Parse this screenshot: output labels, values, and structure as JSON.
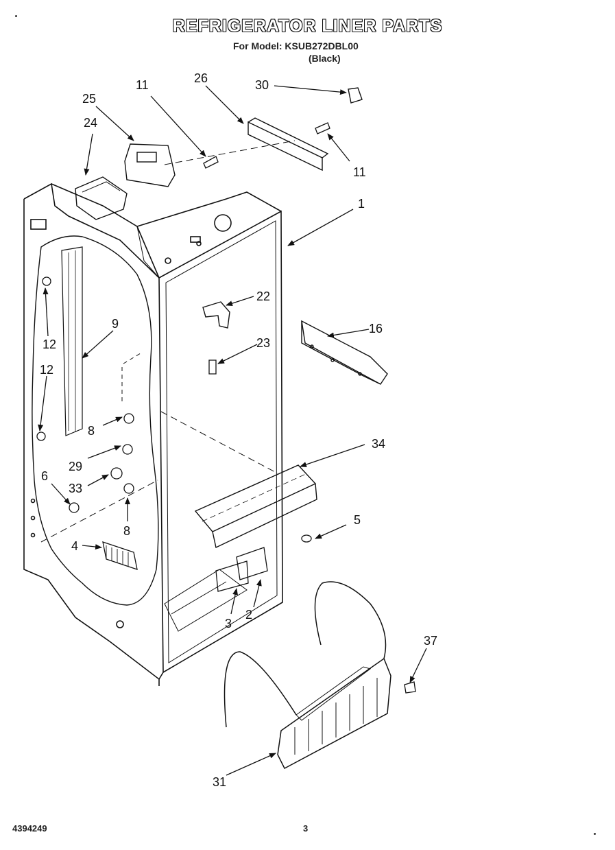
{
  "header": {
    "title": "REFRIGERATOR LINER PARTS",
    "model_line": "For Model: KSUB272DBL00",
    "color_note": "(Black)"
  },
  "footer": {
    "doc_number": "4394249",
    "page_number": "3"
  },
  "callouts": {
    "c1": "1",
    "c2": "2",
    "c3": "3",
    "c4": "4",
    "c5": "5",
    "c6": "6",
    "c8a": "8",
    "c8b": "8",
    "c9": "9",
    "c11a": "11",
    "c11b": "11",
    "c12a": "12",
    "c12b": "12",
    "c16": "16",
    "c22": "22",
    "c23": "23",
    "c24": "24",
    "c25": "25",
    "c26": "26",
    "c29": "29",
    "c30": "30",
    "c31": "31",
    "c33": "33",
    "c34": "34",
    "c37": "37"
  }
}
